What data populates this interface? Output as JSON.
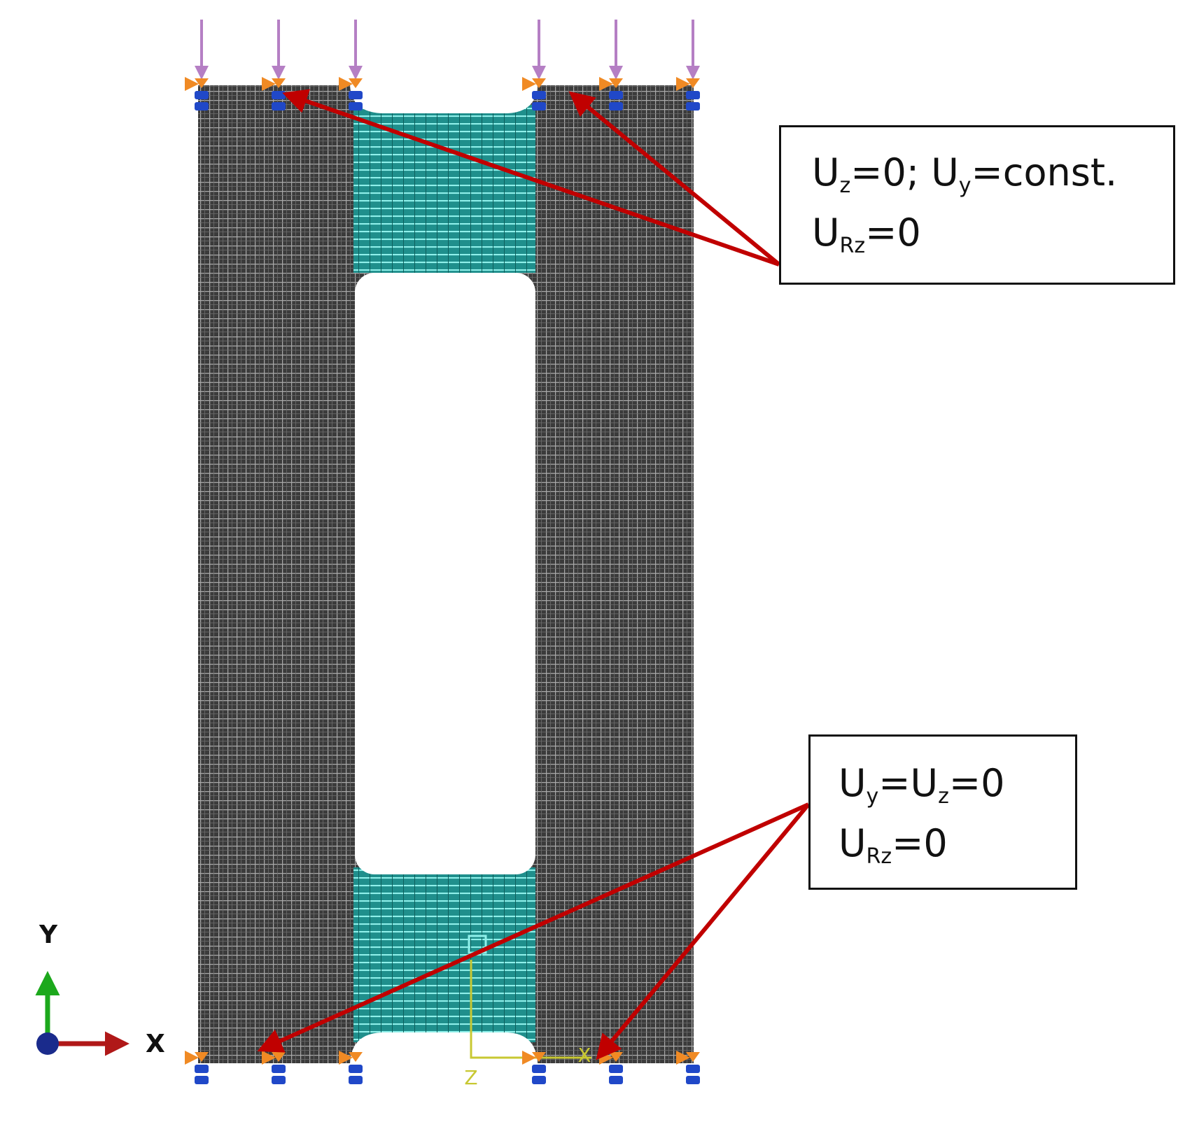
{
  "callouts": {
    "top": {
      "line1": {
        "u1": "U",
        "s1": "z",
        "t1": "=0; ",
        "u2": "U",
        "s2": "y",
        "t2": "=const."
      },
      "line2": {
        "u": "U",
        "s": "Rz",
        "t": "=0"
      }
    },
    "bottom": {
      "line1": {
        "u1": "U",
        "s1": "y",
        "t1": "=",
        "u2": "U",
        "s2": "z",
        "t2": "=0"
      },
      "line2": {
        "u": "U",
        "s": "Rz",
        "t": "=0"
      }
    }
  },
  "axis_triad": {
    "y_label": "Y",
    "x_label": "X"
  },
  "local_csys": {
    "z_label": "Z",
    "x_label": "X"
  },
  "colors": {
    "mesh_gray": "#3b3b3b",
    "mesh_line": "#a9a9a9",
    "teal_mesh": "#2a9d9a",
    "teal_line": "#7fe7e2",
    "arrow_red": "#c00000",
    "load_violet": "#b57fc4",
    "bc_orange": "#f08a24",
    "bc_blue": "#2048c8",
    "axis_green": "#1ca81c",
    "axis_red": "#b01818",
    "csys_yellow": "#c8c832"
  }
}
